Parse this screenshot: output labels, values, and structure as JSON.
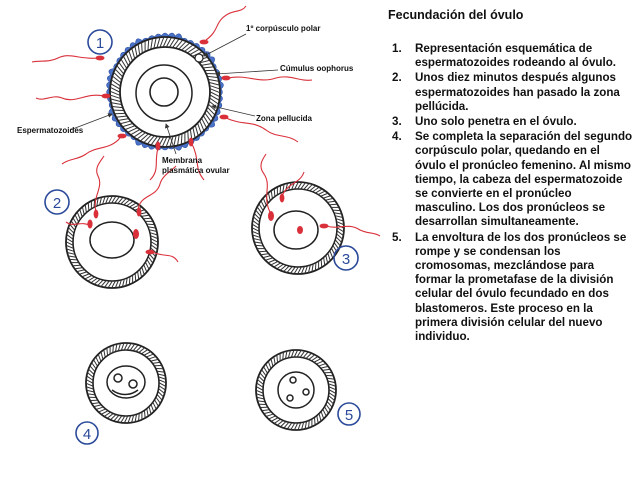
{
  "diagram": {
    "labels": {
      "polar_body": "1º corpúsculo polar",
      "cumulus": "Cúmulus oophorus",
      "zona": "Zona pellucida",
      "sperm": "Espermatozoides",
      "membrane_line1": "Membrana",
      "membrane_line2": "plasmática ovular"
    },
    "stage_numbers": [
      "1",
      "2",
      "3",
      "4",
      "5"
    ],
    "colors": {
      "ink": "#222222",
      "sperm": "#d9303a",
      "cumulus": "#4a72c9",
      "circle_number": "#2b4a9a"
    }
  },
  "panel": {
    "title": "Fecundación del óvulo",
    "steps": [
      {
        "num": "1.",
        "text": "Representación esquemática de espermatozoides  rodeando al óvulo."
      },
      {
        "num": "2.",
        "text": "Unos diez minutos después algunos espermatozoides  han pasado la zona pellúcida."
      },
      {
        "num": "3.",
        "text": "Uno solo penetra en el óvulo."
      },
      {
        "num": "4.",
        "text": "Se completa la separación del segundo corpúsculo polar, quedando en el óvulo el pronúcleo femenino.  Al mismo tiempo, la cabeza del espermatozoide  se convierte en el pronúcleo masculino. Los dos pronúcleos  se desarrollan simultaneamente."
      },
      {
        "num": "5.",
        "text": "La envoltura de los dos pronúcleos se rompe y se condensan  los cromosomas, mezclándose   para formar la prometafase de la división celular del óvulo fecundado en dos blastomeros. Este proceso en la primera división celular del nuevo individuo."
      }
    ]
  }
}
